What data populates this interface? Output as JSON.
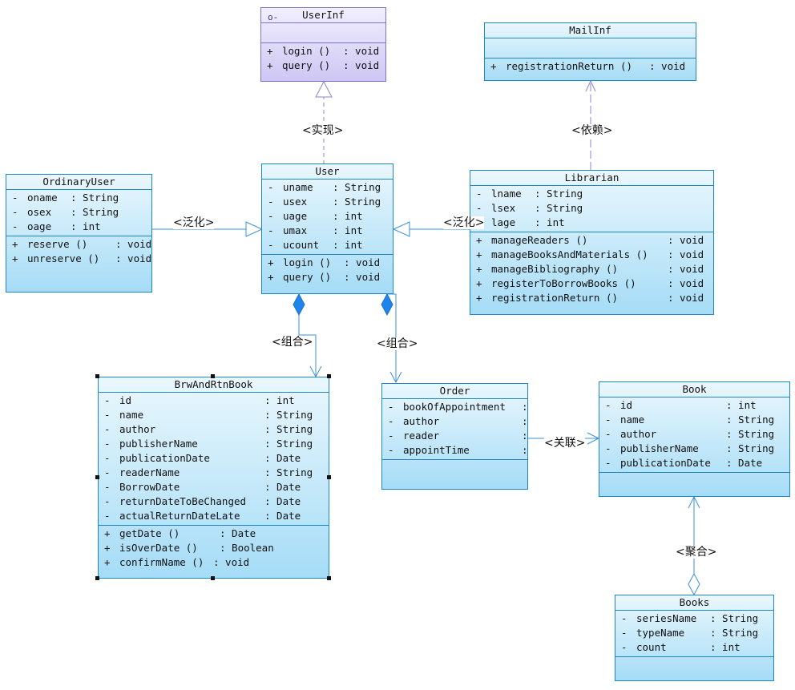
{
  "classes": {
    "userinf": {
      "name": "UserInf",
      "icon": "o-",
      "attributes": [],
      "operations": [
        [
          "+",
          "login ()",
          ": void"
        ],
        [
          "+",
          "query ()",
          ": void"
        ]
      ]
    },
    "mailinf": {
      "name": "MailInf",
      "attributes": [],
      "operations": [
        [
          "+",
          "registrationReturn ()",
          ": void"
        ]
      ]
    },
    "ordinaryuser": {
      "name": "OrdinaryUser",
      "attributes": [
        [
          "-",
          "oname",
          ": String"
        ],
        [
          "-",
          "osex",
          ": String"
        ],
        [
          "-",
          "oage",
          ": int"
        ]
      ],
      "operations": [
        [
          "+",
          "reserve ()",
          ": void"
        ],
        [
          "+",
          "unreserve ()",
          ": void"
        ]
      ]
    },
    "user": {
      "name": "User",
      "attributes": [
        [
          "-",
          "uname",
          ": String"
        ],
        [
          "-",
          "usex",
          ": String"
        ],
        [
          "-",
          "uage",
          ": int"
        ],
        [
          "-",
          "umax",
          ": int"
        ],
        [
          "-",
          "ucount",
          ": int"
        ]
      ],
      "operations": [
        [
          "+",
          "login ()",
          ": void"
        ],
        [
          "+",
          "query ()",
          ": void"
        ]
      ]
    },
    "librarian": {
      "name": "Librarian",
      "attributes": [
        [
          "-",
          "lname",
          ": String"
        ],
        [
          "-",
          "lsex",
          ": String"
        ],
        [
          "-",
          "lage",
          ": int"
        ]
      ],
      "operations": [
        [
          "+",
          "manageReaders ()",
          ": void"
        ],
        [
          "+",
          "manageBooksAndMaterials ()",
          ": void"
        ],
        [
          "+",
          "manageBibliography ()",
          ": void"
        ],
        [
          "+",
          "registerToBorrowBooks ()",
          ": void"
        ],
        [
          "+",
          "registrationReturn ()",
          ": void"
        ]
      ]
    },
    "brwandrtnbook": {
      "name": "BrwAndRtnBook",
      "attributes": [
        [
          "-",
          "id",
          ": int"
        ],
        [
          "-",
          "name",
          ": String"
        ],
        [
          "-",
          "author",
          ": String"
        ],
        [
          "-",
          "publisherName",
          ": String"
        ],
        [
          "-",
          "publicationDate",
          ": Date"
        ],
        [
          "-",
          "readerName",
          ": String"
        ],
        [
          "-",
          "BorrowDate",
          ": Date"
        ],
        [
          "-",
          "returnDateToBeChanged",
          ": Date"
        ],
        [
          "-",
          "actualReturnDateLate",
          ": Date"
        ]
      ],
      "operations": [
        [
          "+",
          "getDate ()",
          ": Date"
        ],
        [
          "+",
          "isOverDate ()",
          ": Boolean"
        ],
        [
          "+",
          "confirmName ()",
          ": void"
        ]
      ]
    },
    "order": {
      "name": "Order",
      "attributes": [
        [
          "-",
          "bookOfAppointment",
          ":"
        ],
        [
          "-",
          "author",
          ":"
        ],
        [
          "-",
          "reader",
          ":"
        ],
        [
          "-",
          "appointTime",
          ":"
        ]
      ],
      "operations": []
    },
    "book": {
      "name": "Book",
      "attributes": [
        [
          "-",
          "id",
          ": int"
        ],
        [
          "-",
          "name",
          ": String"
        ],
        [
          "-",
          "author",
          ": String"
        ],
        [
          "-",
          "publisherName",
          ": String"
        ],
        [
          "-",
          "publicationDate",
          ": Date"
        ]
      ],
      "operations": []
    },
    "books": {
      "name": "Books",
      "attributes": [
        [
          "-",
          "seriesName",
          ": String"
        ],
        [
          "-",
          "typeName",
          ": String"
        ],
        [
          "-",
          "count",
          ": int"
        ]
      ],
      "operations": []
    }
  },
  "relations": {
    "realization": "<实现>",
    "dependency": "<依赖>",
    "generalization_left": "<泛化>",
    "generalization_right": "<泛化>",
    "composition_left": "<组合>",
    "composition_right": "<组合>",
    "association": "<关联>",
    "aggregation": "<聚合>"
  },
  "colors": {
    "class_border": "#1c86c6",
    "interface_border": "#7f73c8",
    "line": "#3a8fd8",
    "diamond": "#1c86ee"
  }
}
